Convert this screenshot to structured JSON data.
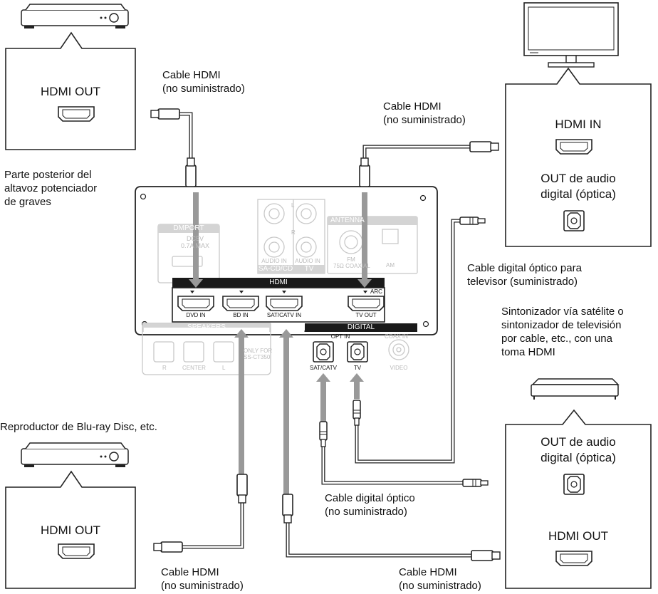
{
  "labels": {
    "cable_hdmi_1": "Cable HDMI\n(no suministrado)",
    "cable_hdmi_2": "Cable HDMI\n(no suministrado)",
    "cable_hdmi_3": "Cable HDMI\n(no suministrado)",
    "cable_hdmi_4": "Cable HDMI\n(no suministrado)",
    "parte_posterior": "Parte posterior del\naltavoz potenciador\nde graves",
    "cable_optico_tv": "Cable digital óptico para\ntelevisor (suministrado)",
    "sintonizador": "Sintonizador vía satélite o\nsintonizador de televisión\npor cable, etc., con una\ntoma HDMI",
    "reproductor": "Reproductor de Blu-ray Disc, etc.",
    "cable_optico": "Cable digital óptico\n(no suministrado)"
  },
  "boxes": {
    "top_left_hdmi_out": "HDMI OUT",
    "bottom_left_hdmi_out": "HDMI OUT",
    "tv_hdmi_in": "HDMI IN",
    "tv_optical_out": "OUT de audio\ndigital (óptica)",
    "sat_optical_out": "OUT de audio\ndigital (óptica)",
    "sat_hdmi_out": "HDMI OUT"
  },
  "panel": {
    "dmport": "DMPORT",
    "dc_rating": "DC5V\n0.7A MAX",
    "audio_in": "AUDIO IN",
    "sa_cd": "SA-CD/CD",
    "tv": "TV",
    "L": "L",
    "R": "R",
    "antenna": "ANTENNA",
    "fm": "FM\n75Ω COAXIAL",
    "am": "AM",
    "hdmi": "HDMI",
    "arc": "ARC",
    "dvd_in": "DVD IN",
    "bd_in": "BD IN",
    "sat_catv_in": "SAT/CATV IN",
    "tv_out": "TV OUT",
    "speakers": "SPEAKERS",
    "spk_r": "R",
    "spk_center": "CENTER",
    "spk_l": "L",
    "only_for": "ONLY FOR\nSS-CT350",
    "digital": "DIGITAL",
    "opt_in": "OPT IN",
    "coax_in": "COAX IN",
    "sat_catv": "SAT/CATV",
    "opt_tv": "TV",
    "video": "VIDEO"
  }
}
